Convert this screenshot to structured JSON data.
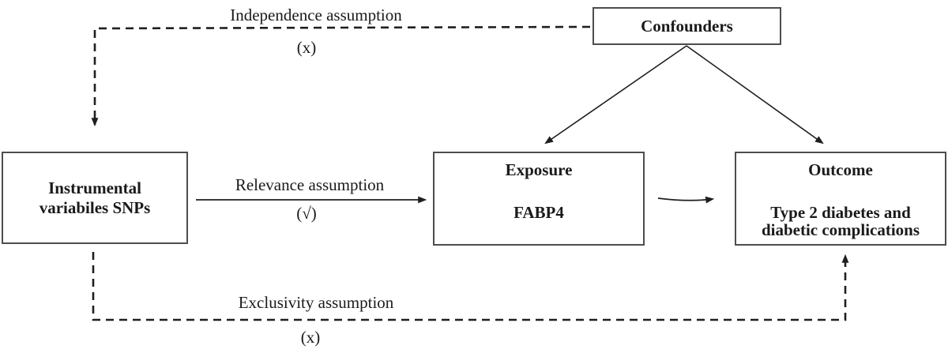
{
  "figure": {
    "type": "causal-diagram",
    "background": "#ffffff",
    "line_color": "#1f1f1f",
    "box_border_color": "#4d4d4d",
    "text_color": "#1a1a1a"
  },
  "boxes": {
    "confounders": {
      "label": "Confounders"
    },
    "instrumental": {
      "line1": "Instrumental",
      "line2": "variabiles SNPs"
    },
    "exposure": {
      "title": "Exposure",
      "body": "FABP4"
    },
    "outcome": {
      "title": "Outcome",
      "body_line1": "Type 2 diabetes and",
      "body_line2": "diabetic complications"
    }
  },
  "assumptions": {
    "independence": {
      "label": "Independence assumption",
      "mark": "(x)"
    },
    "relevance": {
      "label": "Relevance assumption",
      "mark": "(√)"
    },
    "exclusivity": {
      "label": "Exclusivity assumption",
      "mark": "(x)"
    }
  },
  "edges": [
    {
      "from": "Confounders",
      "to": "Instrumental variabiles SNPs",
      "style": "dashed",
      "assumption": "Independence assumption (x)"
    },
    {
      "from": "Confounders",
      "to": "Exposure FABP4",
      "style": "solid",
      "assumption": ""
    },
    {
      "from": "Confounders",
      "to": "Outcome Type 2 diabetes and diabetic complications",
      "style": "solid",
      "assumption": ""
    },
    {
      "from": "Instrumental variabiles SNPs",
      "to": "Exposure FABP4",
      "style": "solid",
      "assumption": "Relevance assumption (√)"
    },
    {
      "from": "Exposure FABP4",
      "to": "Outcome Type 2 diabetes and diabetic complications",
      "style": "solid",
      "assumption": ""
    },
    {
      "from": "Instrumental variabiles SNPs",
      "to": "Outcome Type 2 diabetes and diabetic complications",
      "style": "dashed",
      "assumption": "Exclusivity assumption (x)"
    }
  ]
}
